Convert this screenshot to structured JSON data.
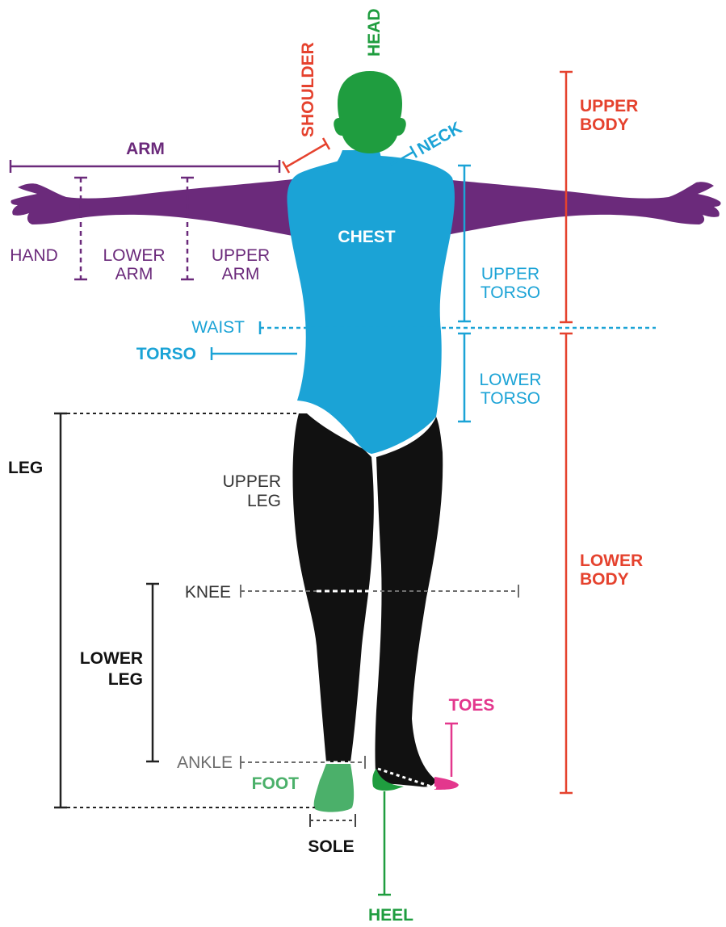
{
  "colors": {
    "head": "#1f9d3f",
    "shoulder": "#e5422e",
    "neck": "#1ba3d6",
    "torso": "#1ba3d6",
    "arm": "#6b2a7b",
    "leg": "#111111",
    "body_side": "#e5422e",
    "foot": "#4bb06a",
    "heel": "#1f9d3f",
    "toes": "#e3378d",
    "gray": "#6d6d6d"
  },
  "labels": {
    "head": "HEAD",
    "shoulder": "SHOULDER",
    "neck": "NECK",
    "arm": "ARM",
    "hand": "HAND",
    "lower_arm_1": "LOWER",
    "lower_arm_2": "ARM",
    "upper_arm_1": "UPPER",
    "upper_arm_2": "ARM",
    "chest": "CHEST",
    "upper_torso_1": "UPPER",
    "upper_torso_2": "TORSO",
    "waist": "WAIST",
    "torso": "TORSO",
    "lower_torso_1": "LOWER",
    "lower_torso_2": "TORSO",
    "upper_body_1": "UPPER",
    "upper_body_2": "BODY",
    "lower_body_1": "LOWER",
    "lower_body_2": "BODY",
    "leg": "LEG",
    "upper_leg_1": "UPPER",
    "upper_leg_2": "LEG",
    "knee": "KNEE",
    "lower_leg_1": "LOWER",
    "lower_leg_2": "LEG",
    "ankle": "ANKLE",
    "foot": "FOOT",
    "toes": "TOES",
    "sole": "SOLE",
    "heel": "HEEL"
  }
}
